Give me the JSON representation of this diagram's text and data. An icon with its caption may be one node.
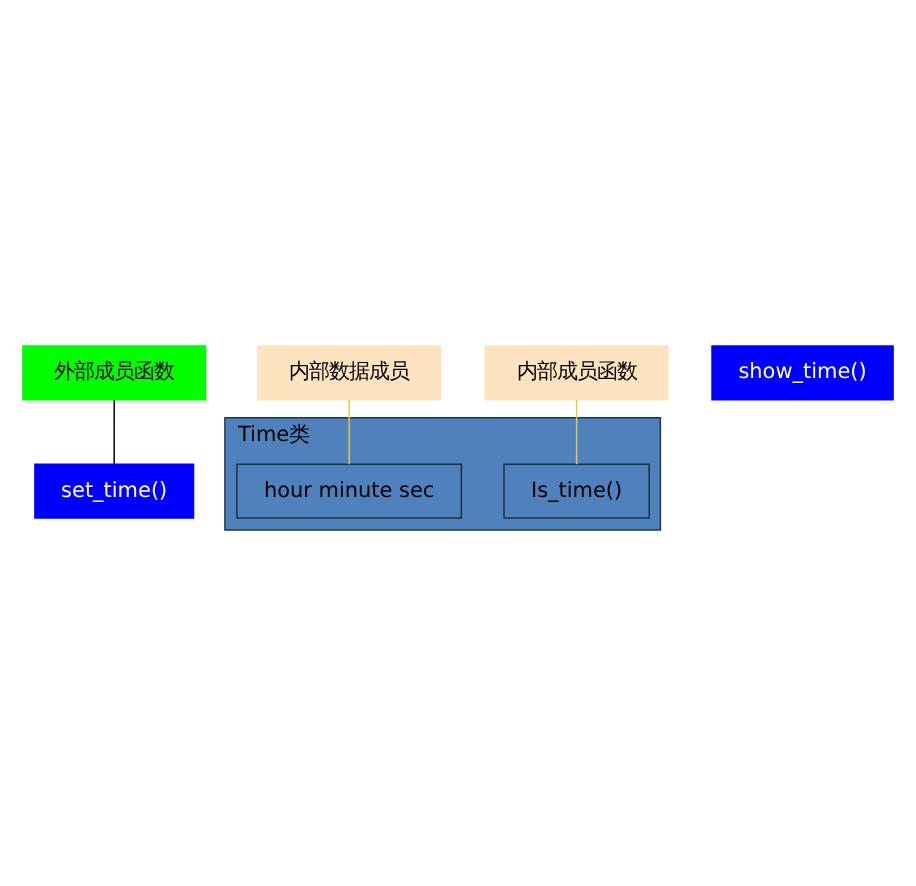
{
  "diagram": {
    "nodes": [
      {
        "text": [
          "外部成员函数"
        ]
      },
      {
        "text": [
          "内部数据成员"
        ]
      },
      {
        "text": [
          "内部成员函数"
        ]
      },
      {
        "text": [
          "Time类"
        ]
      },
      {
        "text": [
          "hour minute sec"
        ],
        "in": 3
      },
      {
        "text": [
          "Is_time()"
        ],
        "in": 3
      },
      {
        "text": [
          "set_time()"
        ]
      },
      {
        "text": [
          "show_time()"
        ]
      }
    ],
    "edges": [
      {
        "from": 0,
        "to": 6,
        "arrow": "none",
        "color": "#000000"
      },
      {
        "from": 1,
        "to": 4,
        "arrow": "none",
        "color": "#e8c840"
      },
      {
        "from": 2,
        "to": 5,
        "arrow": "none",
        "color": "#e8c840"
      }
    ]
  }
}
